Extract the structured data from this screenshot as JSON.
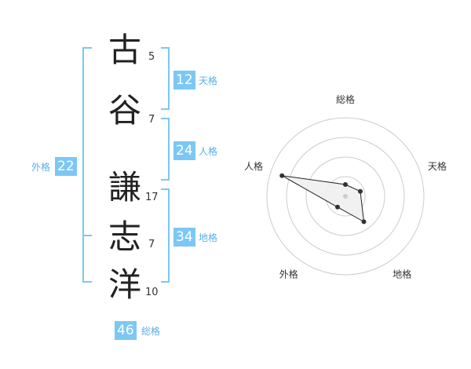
{
  "name": {
    "chars": [
      {
        "char": "古",
        "strokes": "5"
      },
      {
        "char": "谷",
        "strokes": "7"
      },
      {
        "char": "謙",
        "strokes": "17"
      },
      {
        "char": "志",
        "strokes": "7"
      },
      {
        "char": "洋",
        "strokes": "10"
      }
    ]
  },
  "fortunes": {
    "tenkaku": {
      "value": "12",
      "label": "天格"
    },
    "jinkaku": {
      "value": "24",
      "label": "人格"
    },
    "chikaku": {
      "value": "34",
      "label": "地格"
    },
    "gaikaku": {
      "value": "22",
      "label": "外格"
    },
    "soukaku": {
      "value": "46",
      "label": "総格"
    }
  },
  "chart_data": {
    "type": "radar",
    "axes": [
      "総格",
      "天格",
      "地格",
      "外格",
      "人格"
    ],
    "values": [
      0.15,
      0.2,
      0.4,
      0.17,
      0.85
    ],
    "rings": 4,
    "colors": {
      "ring": "#cccccc",
      "fill": "#eeeeee",
      "line": "#222222",
      "point": "#333333",
      "center": "#cccccc"
    }
  },
  "colors": {
    "accent": "#7cc7f5",
    "accent_text": "#5aaee8"
  }
}
